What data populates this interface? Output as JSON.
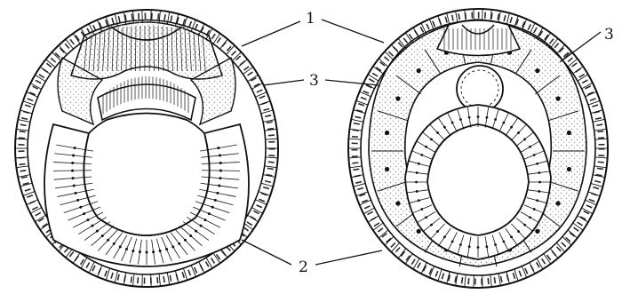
{
  "labels": {
    "ectoderm": "1",
    "endoderm": "2",
    "mesoderm_left": "3",
    "mesoderm_right": "3"
  },
  "colors": {
    "ink": "#111111",
    "paper": "#ffffff",
    "stipple": "#8a8a8a"
  }
}
